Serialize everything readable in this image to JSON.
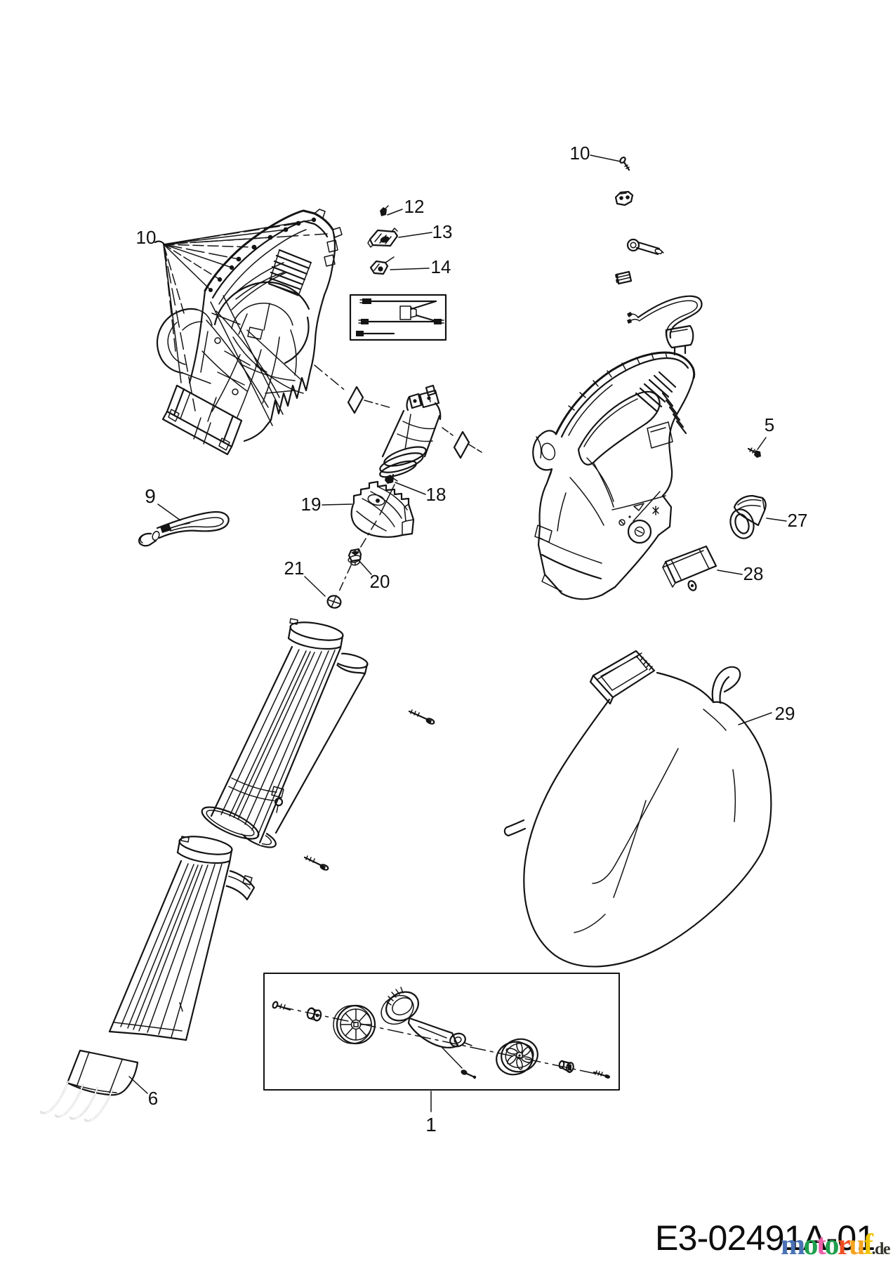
{
  "diagram": {
    "drawing_code": "E3-02491A-01",
    "ink_color": "#141414",
    "background_color": "#ffffff",
    "callouts": {
      "c10_left": {
        "text": "10"
      },
      "c12": {
        "text": "12"
      },
      "c13": {
        "text": "13"
      },
      "c14": {
        "text": "14"
      },
      "c18": {
        "text": "18"
      },
      "c19": {
        "text": "19"
      },
      "c20": {
        "text": "20"
      },
      "c21": {
        "text": "21"
      },
      "c9": {
        "text": "9"
      },
      "c10_right": {
        "text": "10"
      },
      "c5": {
        "text": "5"
      },
      "c27": {
        "text": "27"
      },
      "c28": {
        "text": "28"
      },
      "c29": {
        "text": "29"
      },
      "c6": {
        "text": "6"
      },
      "c1": {
        "text": "1"
      }
    }
  },
  "watermark": {
    "letters": [
      {
        "char": "m",
        "color": "#4a72b4"
      },
      {
        "char": "o",
        "color": "#21a04d"
      },
      {
        "char": "t",
        "color": "#ee5fa8"
      },
      {
        "char": "o",
        "color": "#21a04d"
      },
      {
        "char": "r",
        "color": "#ef4e22"
      },
      {
        "char": "u",
        "color": "#f6a41f"
      },
      {
        "char": "f",
        "color": "#eec402"
      }
    ],
    "suffix": ".de",
    "suffix_color": "#33332b"
  }
}
